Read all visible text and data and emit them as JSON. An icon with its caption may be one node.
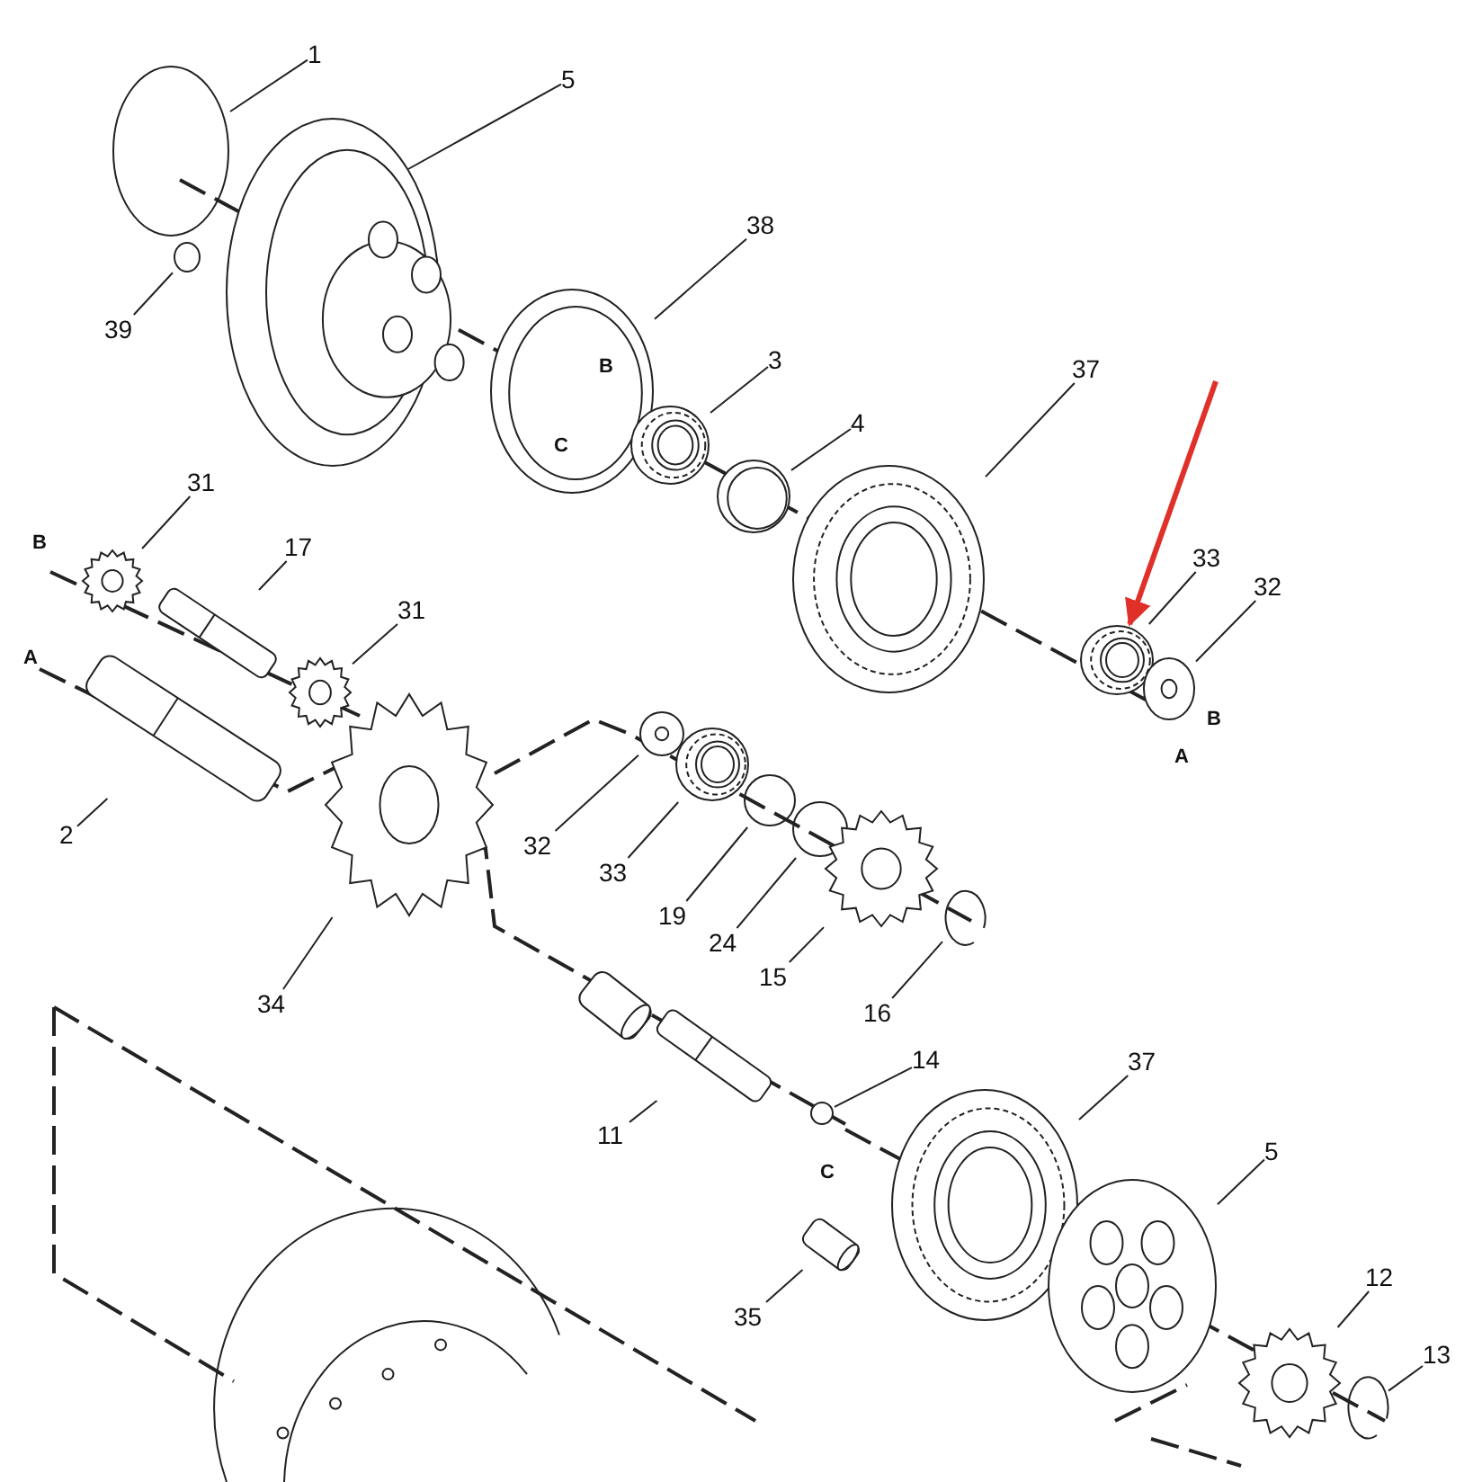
{
  "diagram": {
    "nodes": [
      {
        "text": [
          "1"
        ]
      },
      {
        "text": [],
        "shape": "circle"
      },
      {
        "text": [
          "5"
        ]
      },
      {
        "text": [],
        "shape": "picture"
      },
      {
        "text": [
          "39"
        ]
      },
      {
        "text": [],
        "shape": "circle"
      },
      {
        "text": [
          "38"
        ]
      },
      {
        "text": [],
        "shape": "picture"
      },
      {
        "text": [
          "3"
        ]
      },
      {
        "text": [],
        "shape": "picture"
      },
      {
        "text": [
          "4"
        ]
      },
      {
        "text": [],
        "shape": "picture"
      },
      {
        "text": [
          "37"
        ]
      },
      {
        "text": [],
        "shape": "picture"
      },
      {
        "text": [
          "33"
        ]
      },
      {
        "text": [],
        "shape": "picture"
      },
      {
        "text": [
          "32"
        ]
      },
      {
        "text": [],
        "shape": "picture"
      },
      {
        "text": [
          "31"
        ]
      },
      {
        "text": [],
        "shape": "picture"
      },
      {
        "text": [
          "17"
        ]
      },
      {
        "text": [],
        "shape": "picture"
      },
      {
        "text": [
          "31"
        ]
      },
      {
        "text": [],
        "shape": "picture"
      },
      {
        "text": [
          "2"
        ]
      },
      {
        "text": [],
        "shape": "picture"
      },
      {
        "text": [
          "34"
        ]
      },
      {
        "text": [],
        "shape": "picture"
      },
      {
        "text": [
          "32"
        ]
      },
      {
        "text": [],
        "shape": "picture"
      },
      {
        "text": [
          "33"
        ]
      },
      {
        "text": [],
        "shape": "picture"
      },
      {
        "text": [
          "19"
        ]
      },
      {
        "text": [],
        "shape": "circle"
      },
      {
        "text": [
          "24"
        ]
      },
      {
        "text": [],
        "shape": "circle"
      },
      {
        "text": [
          "15"
        ]
      },
      {
        "text": [],
        "shape": "picture"
      },
      {
        "text": [
          "16"
        ]
      },
      {
        "text": [],
        "shape": "picture"
      },
      {
        "text": [
          "11"
        ]
      },
      {
        "text": [],
        "shape": "picture"
      },
      {
        "text": [
          "14"
        ]
      },
      {
        "text": [],
        "shape": "circle"
      },
      {
        "text": [
          "37"
        ]
      },
      {
        "text": [],
        "shape": "picture"
      },
      {
        "text": [
          "5"
        ]
      },
      {
        "text": [],
        "shape": "picture"
      },
      {
        "text": [
          "35"
        ]
      },
      {
        "text": [],
        "shape": "cylinder"
      },
      {
        "text": [
          "12"
        ]
      },
      {
        "text": [],
        "shape": "picture"
      },
      {
        "text": [
          "13"
        ]
      },
      {
        "text": [],
        "shape": "picture"
      },
      {
        "text": [],
        "shape": "cylinder"
      },
      {
        "text": [],
        "shape": "picture"
      }
    ],
    "edges": [
      {
        "from": 0,
        "to": 1,
        "arrow": "none"
      },
      {
        "from": 2,
        "to": 3,
        "arrow": "none"
      },
      {
        "from": 4,
        "to": 5,
        "arrow": "none"
      },
      {
        "from": 6,
        "to": 7,
        "arrow": "none"
      },
      {
        "from": 8,
        "to": 9,
        "arrow": "none"
      },
      {
        "from": 10,
        "to": 11,
        "arrow": "none"
      },
      {
        "from": 12,
        "to": 13,
        "arrow": "none"
      },
      {
        "from": 14,
        "to": 15,
        "arrow": "none"
      },
      {
        "from": 16,
        "to": 17,
        "arrow": "none"
      },
      {
        "from": 18,
        "to": 19,
        "arrow": "none"
      },
      {
        "from": 20,
        "to": 21,
        "arrow": "none"
      },
      {
        "from": 22,
        "to": 23,
        "arrow": "none"
      },
      {
        "from": 24,
        "to": 25,
        "arrow": "none"
      },
      {
        "from": 26,
        "to": 27,
        "arrow": "none"
      },
      {
        "from": 28,
        "to": 29,
        "arrow": "none"
      },
      {
        "from": 30,
        "to": 31,
        "arrow": "none"
      },
      {
        "from": 32,
        "to": 33,
        "arrow": "none"
      },
      {
        "from": 34,
        "to": 35,
        "arrow": "none"
      },
      {
        "from": 36,
        "to": 37,
        "arrow": "none"
      },
      {
        "from": 38,
        "to": 39,
        "arrow": "none"
      },
      {
        "from": 40,
        "to": 41,
        "arrow": "none"
      },
      {
        "from": 42,
        "to": 43,
        "arrow": "none"
      },
      {
        "from": 44,
        "to": 45,
        "arrow": "none"
      },
      {
        "from": 46,
        "to": 47,
        "arrow": "none"
      },
      {
        "from": 48,
        "to": 49,
        "arrow": "none"
      },
      {
        "from": 50,
        "to": 51,
        "arrow": "none"
      },
      {
        "from": 52,
        "to": 53,
        "arrow": "none"
      },
      {
        "from": null,
        "to": 15,
        "arrow": "to",
        "style": "thick",
        "color": "#e0302a"
      }
    ],
    "labels": [
      "B",
      "C",
      "B",
      "A",
      "B",
      "A",
      "C"
    ]
  }
}
